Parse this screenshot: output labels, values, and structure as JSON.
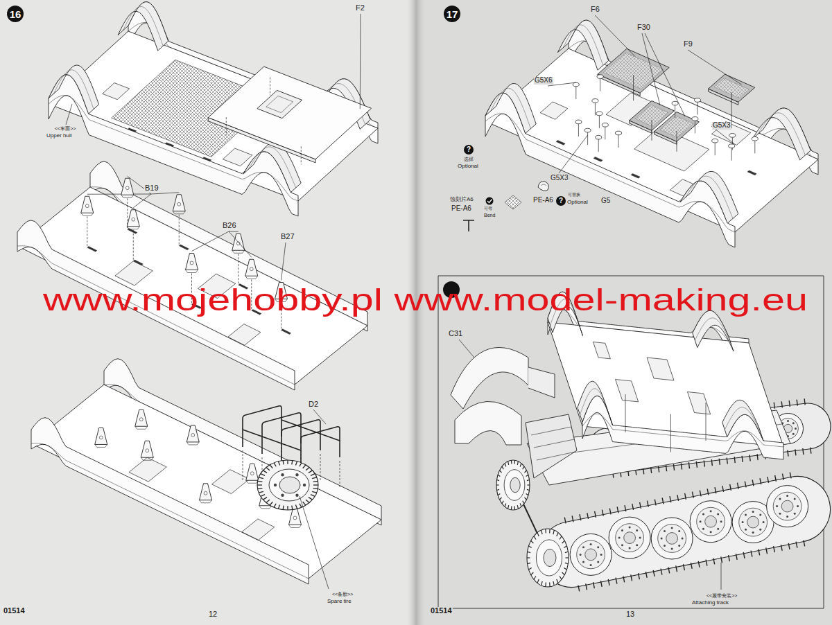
{
  "diagram": {
    "nodes": [
      {
        "text": [
          "16"
        ]
      },
      {
        "text": [
          "17"
        ]
      },
      {
        "text": [
          "?"
        ]
      },
      {
        "text": [
          "?"
        ]
      }
    ],
    "labels": [
      "F2",
      "<<车面>>",
      "Upper hull",
      "B19",
      "B26",
      "B27",
      "D2",
      "<<备胎>>",
      "Spare tire",
      "01514",
      "12",
      "F6",
      "F30",
      "F9",
      "G5X6",
      "G5X3",
      "G5X3",
      "选择",
      "Optional",
      "蚀刻片A6",
      "PE-A6",
      "可弯",
      "Bend",
      "PE-A6",
      "可替换",
      "Optional",
      "G5",
      "C31",
      "<<履带安装>>",
      "Attaching track",
      "01514",
      "13",
      "www.mojehobby.pl www.model-making.eu"
    ]
  }
}
